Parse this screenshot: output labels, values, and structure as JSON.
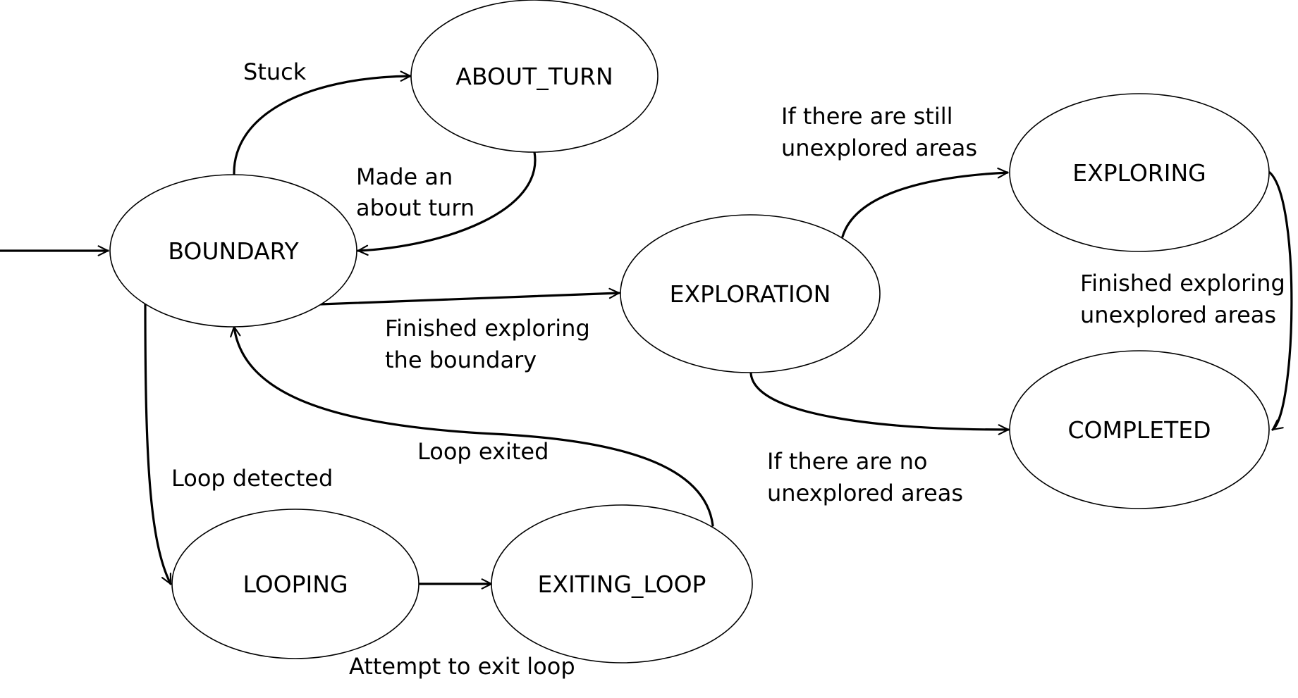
{
  "diagram": {
    "states": {
      "about_turn": "ABOUT_TURN",
      "boundary": "BOUNDARY",
      "exploration": "EXPLORATION",
      "exploring": "EXPLORING",
      "completed": "COMPLETED",
      "looping": "LOOPING",
      "exiting_loop": "EXITING_LOOP"
    },
    "transitions": {
      "stuck": "Stuck",
      "made_about_turn_1": "Made an",
      "made_about_turn_2": "about turn",
      "finished_boundary_1": "Finished exploring",
      "finished_boundary_2": "the boundary",
      "still_unexplored_1": "If there are still",
      "still_unexplored_2": "unexplored areas",
      "finished_unexplored_1": "Finished exploring",
      "finished_unexplored_2": "unexplored areas",
      "no_unexplored_1": "If there are no",
      "no_unexplored_2": "unexplored areas",
      "loop_exited": "Loop exited",
      "loop_detected": "Loop detected",
      "attempt_exit": "Attempt to exit loop"
    },
    "colors": {
      "stroke": "#000000",
      "fill": "#ffffff",
      "background": "#ffffff"
    }
  }
}
